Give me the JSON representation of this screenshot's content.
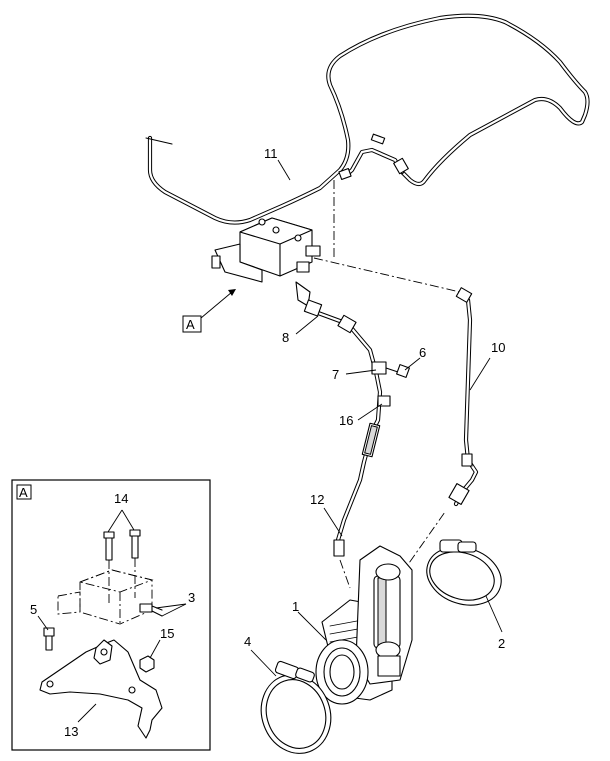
{
  "view_label": "A",
  "callouts": {
    "c1": "1",
    "c2": "2",
    "c3": "3",
    "c4": "4",
    "c5": "5",
    "c6": "6",
    "c7": "7",
    "c8": "8",
    "c10": "10",
    "c11": "11",
    "c12": "12",
    "c13": "13",
    "c14": "14",
    "c15": "15",
    "c16": "16"
  }
}
